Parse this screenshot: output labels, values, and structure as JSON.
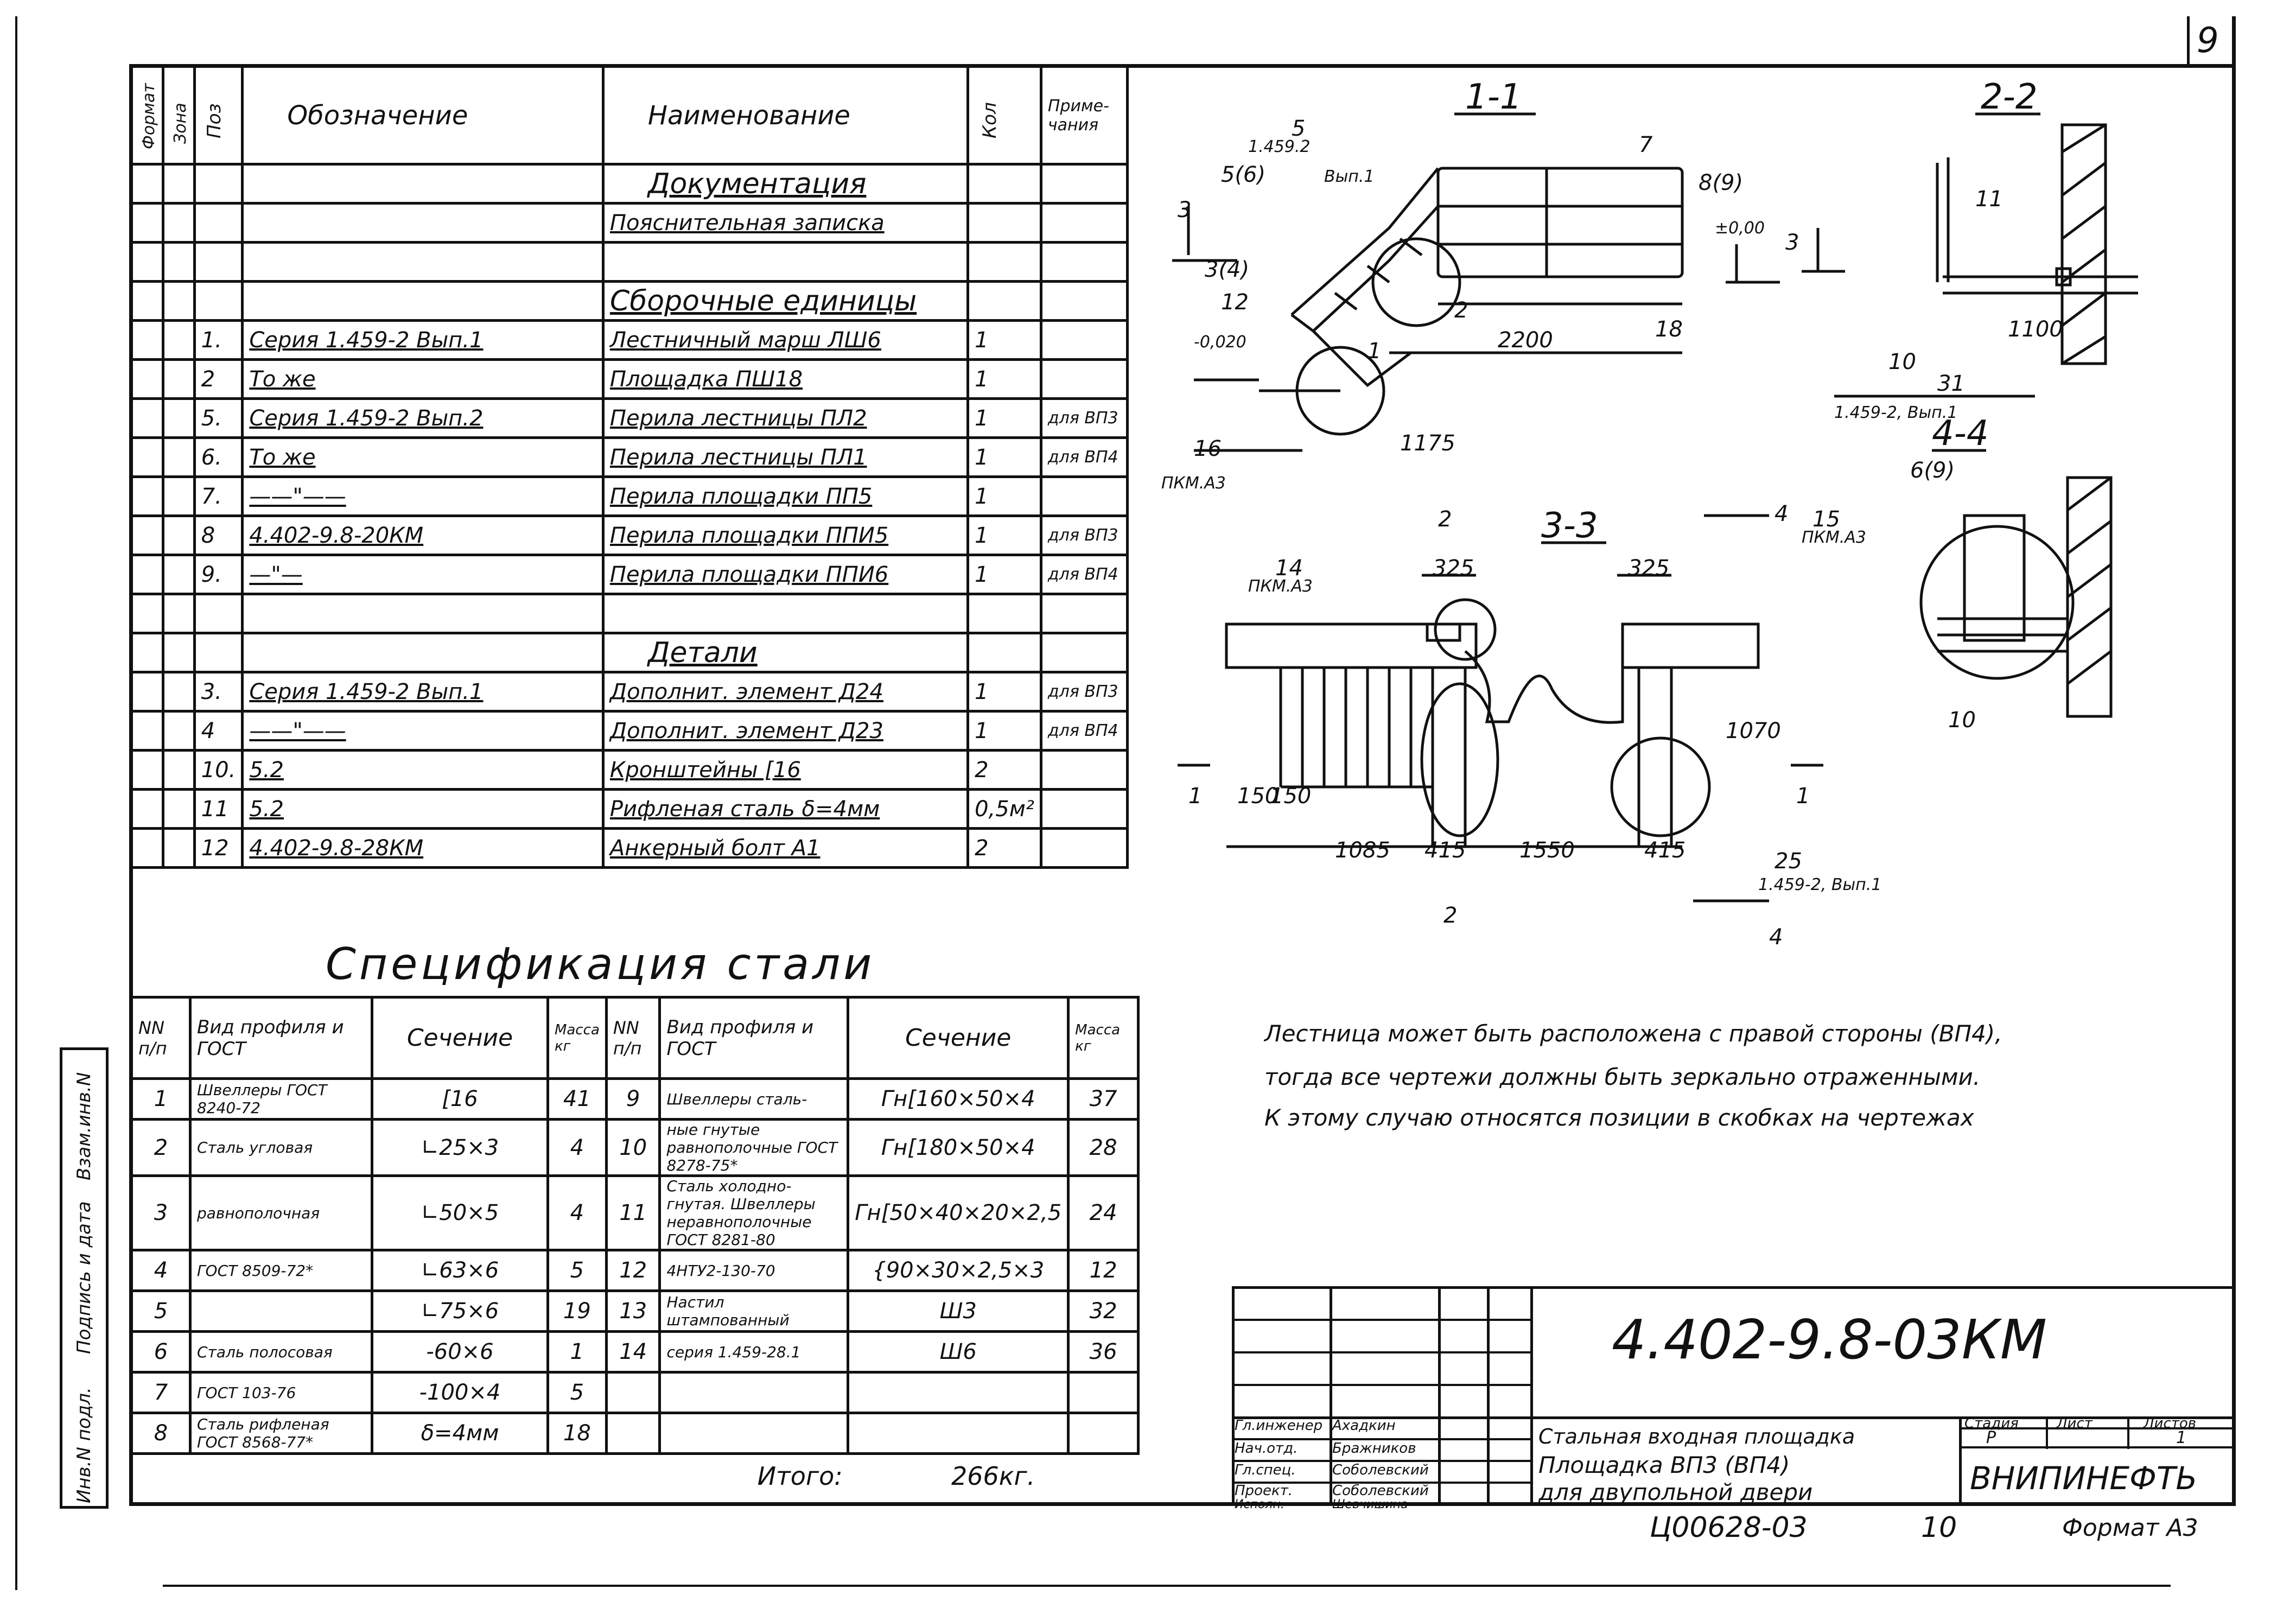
{
  "sheet_number": "9",
  "spec_table": {
    "headers": {
      "format": "Формат",
      "zone": "Зона",
      "pos": "Поз",
      "designation": "Обозначение",
      "name": "Наименование",
      "qty": "Кол",
      "note": "Приме-чания"
    },
    "rows": [
      {
        "pos": "",
        "designation": "",
        "name": "Документация",
        "qty": "",
        "note": ""
      },
      {
        "pos": "",
        "designation": "",
        "name": "Пояснительная записка",
        "qty": "",
        "note": ""
      },
      {
        "pos": "",
        "designation": "",
        "name": "",
        "qty": "",
        "note": ""
      },
      {
        "pos": "",
        "designation": "",
        "name": "Сборочные единицы",
        "qty": "",
        "note": ""
      },
      {
        "pos": "1.",
        "designation": "Серия 1.459-2 Вып.1",
        "name": "Лестничный марш ЛШ6",
        "qty": "1",
        "note": ""
      },
      {
        "pos": "2",
        "designation": "То же",
        "name": "Площадка ПШ18",
        "qty": "1",
        "note": ""
      },
      {
        "pos": "5.",
        "designation": "Серия 1.459-2 Вып.2",
        "name": "Перила лестницы ПЛ2",
        "qty": "1",
        "note": "для ВП3"
      },
      {
        "pos": "6.",
        "designation": "То же",
        "name": "Перила лестницы ПЛ1",
        "qty": "1",
        "note": "для ВП4"
      },
      {
        "pos": "7.",
        "designation": "——\"——",
        "name": "Перила площадки ПП5",
        "qty": "1",
        "note": ""
      },
      {
        "pos": "8",
        "designation": "4.402-9.8-20КМ",
        "name": "Перила площадки ППИ5",
        "qty": "1",
        "note": "для ВП3"
      },
      {
        "pos": "9.",
        "designation": "—\"—",
        "name": "Перила площадки ППИ6",
        "qty": "1",
        "note": "для ВП4"
      },
      {
        "pos": "",
        "designation": "",
        "name": "",
        "qty": "",
        "note": ""
      },
      {
        "pos": "",
        "designation": "",
        "name": "Детали",
        "qty": "",
        "note": ""
      },
      {
        "pos": "3.",
        "designation": "Серия 1.459-2 Вып.1",
        "name": "Дополнит. элемент Д24",
        "qty": "1",
        "note": "для ВП3"
      },
      {
        "pos": "4",
        "designation": "——\"——",
        "name": "Дополнит. элемент Д23",
        "qty": "1",
        "note": "для ВП4"
      },
      {
        "pos": "10.",
        "designation": "5.2",
        "name": "Кронштейны [16",
        "qty": "2",
        "note": ""
      },
      {
        "pos": "11",
        "designation": "5.2",
        "name": "Рифленая сталь δ=4мм",
        "qty": "0,5м²",
        "note": ""
      },
      {
        "pos": "12",
        "designation": "4.402-9.8-28КМ",
        "name": "Анкерный болт А1",
        "qty": "2",
        "note": ""
      }
    ]
  },
  "steel_spec": {
    "title": "Спецификация стали",
    "headers": {
      "nn": "NN п/п",
      "profile": "Вид профиля и ГОСТ",
      "section": "Сечение",
      "mass": "Масса кг"
    },
    "left_rows": [
      {
        "nn": "1",
        "profile": "Швеллеры ГОСТ 8240-72",
        "section": "[16",
        "mass": "41"
      },
      {
        "nn": "2",
        "profile": "Сталь угловая",
        "section": "∟25×3",
        "mass": "4"
      },
      {
        "nn": "3",
        "profile": "равнополочная",
        "section": "∟50×5",
        "mass": "4"
      },
      {
        "nn": "4",
        "profile": "ГОСТ 8509-72*",
        "section": "∟63×6",
        "mass": "5"
      },
      {
        "nn": "5",
        "profile": "",
        "section": "∟75×6",
        "mass": "19"
      },
      {
        "nn": "6",
        "profile": "Сталь полосовая",
        "section": "-60×6",
        "mass": "1"
      },
      {
        "nn": "7",
        "profile": "ГОСТ 103-76",
        "section": "-100×4",
        "mass": "5"
      },
      {
        "nn": "8",
        "profile": "Сталь рифленая ГОСТ 8568-77*",
        "section": "δ=4мм",
        "mass": "18"
      }
    ],
    "right_rows": [
      {
        "nn": "9",
        "profile": "Швеллеры сталь-",
        "section": "Гн[160×50×4",
        "mass": "37"
      },
      {
        "nn": "10",
        "profile": "ные гнутые равнополочные ГОСТ 8278-75*",
        "section": "Гн[180×50×4",
        "mass": "28"
      },
      {
        "nn": "11",
        "profile": "Сталь холодно-гнутая. Швеллеры неравнополочные ГОСТ 8281-80",
        "section": "Гн[50×40×20×2,5",
        "mass": "24"
      },
      {
        "nn": "12",
        "profile": "4НТУ2-130-70",
        "section": "{90×30×2,5×3",
        "mass": "12"
      },
      {
        "nn": "13",
        "profile": "Настил штампованный",
        "section": "Ш3",
        "mass": "32"
      },
      {
        "nn": "14",
        "profile": "серия 1.459-28.1",
        "section": "Ш6",
        "mass": "36"
      }
    ],
    "total_label": "Итого:",
    "total_value": "266кг."
  },
  "note_lines": [
    "Лестница может быть расположена с правой стороны (ВП4),",
    "тогда все чертежи должны быть зеркально отраженными.",
    "К этому случаю относятся позиции в скобках на чертежах"
  ],
  "views": {
    "v11": {
      "title": "1-1",
      "labels": [
        "5",
        "1.459.2",
        "Вып.1",
        "5(6)",
        "7",
        "8(9)",
        "3",
        "3(4)",
        "12",
        "-0,020",
        "1",
        "2",
        "2200",
        "18",
        "±0,00",
        "3",
        "16",
        "ПКМ.А3",
        "1175"
      ]
    },
    "v22": {
      "title": "2-2",
      "labels": [
        "11",
        "1100",
        "10",
        "31",
        "1.459-2, Вып.1"
      ]
    },
    "v33": {
      "title": "3-3",
      "labels": [
        "2",
        "14",
        "ПКМ.А3",
        "325",
        "325",
        "4",
        "1070",
        "1",
        "150",
        "150",
        "1085",
        "415",
        "1550",
        "415",
        "25",
        "1.459-2, Вып.1",
        "1",
        "2",
        "4"
      ]
    },
    "v44": {
      "title": "4-4",
      "labels": [
        "6(9)",
        "15",
        "ПКМ.А3",
        "10"
      ]
    }
  },
  "title_block": {
    "code": "4.402-9.8-03КМ",
    "description_lines": [
      "Стальная входная площадка",
      "Площадка ВП3 (ВП4)",
      "для двупольной двери"
    ],
    "stage_label": "Стадия",
    "stage_value": "Р",
    "sheet_label": "Лист",
    "sheets_label": "Листов",
    "sheets_value": "1",
    "org": "ВНИПИНЕФТЬ",
    "staff": [
      {
        "role": "Гл.инженер",
        "name": "Ахадкин"
      },
      {
        "role": "Нач.отд.",
        "name": "Бражников"
      },
      {
        "role": "Гл.спец.",
        "name": "Соболевский"
      },
      {
        "role": "Проект.",
        "name": "Соболевский"
      },
      {
        "role": "Исполн.",
        "name": "Шевчишина"
      }
    ],
    "archive_number": "Ц00628-03",
    "page_number": "10",
    "format_label": "Формат А3"
  },
  "left_margin_labels": [
    "Инв.N подл.",
    "Подпись и дата",
    "Взам.инв.N"
  ]
}
